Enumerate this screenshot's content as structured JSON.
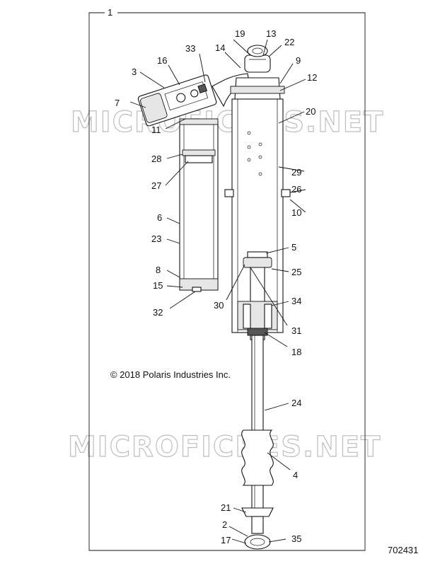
{
  "watermark": "MICROFICHES.NET",
  "copyright": "© 2018 Polaris Industries Inc.",
  "part_number": "702431",
  "callouts": [
    "1",
    "19",
    "13",
    "22",
    "33",
    "14",
    "9",
    "16",
    "3",
    "12",
    "7",
    "20",
    "11",
    "28",
    "29",
    "26",
    "27",
    "10",
    "6",
    "23",
    "5",
    "8",
    "25",
    "15",
    "32",
    "30",
    "34",
    "31",
    "18",
    "24",
    "4",
    "21",
    "2",
    "17",
    "35"
  ]
}
